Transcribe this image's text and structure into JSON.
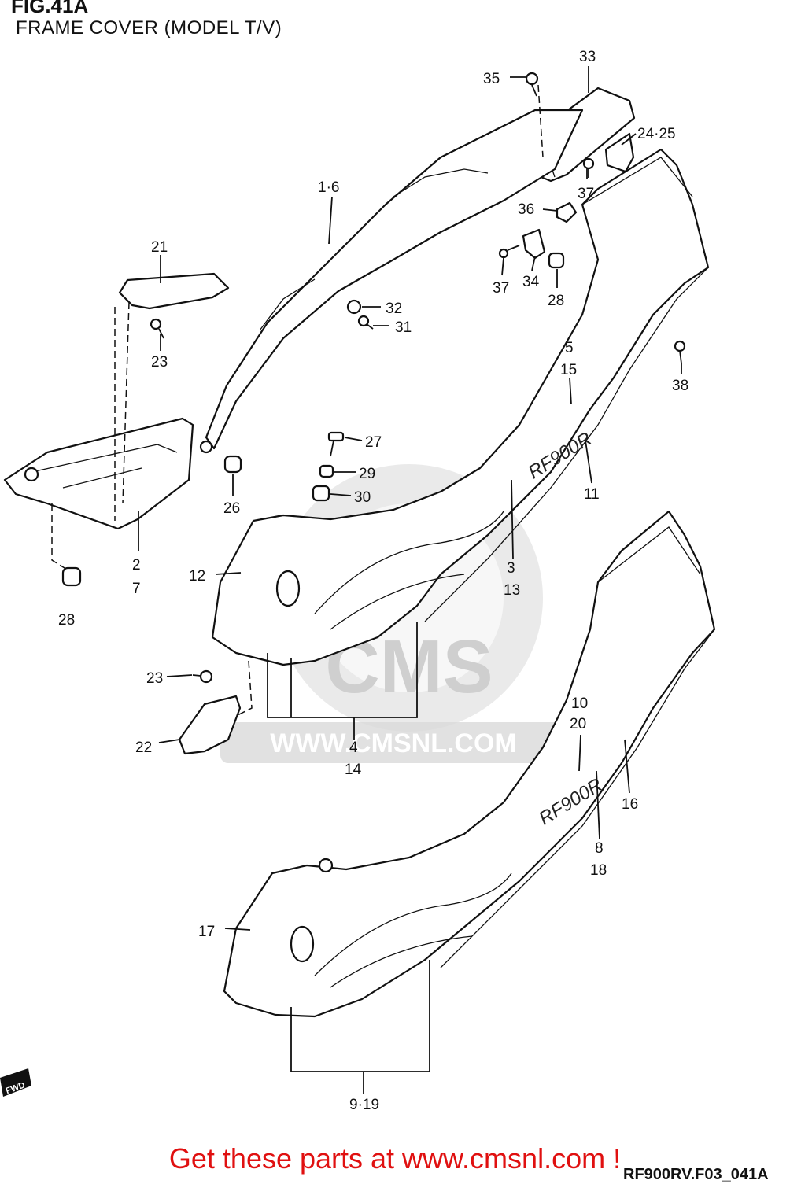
{
  "header": {
    "title": "FIG.41A",
    "subtitle": "FRAME COVER (MODEL T/V)"
  },
  "watermark": {
    "text": "CMS",
    "url": "WWW.CMSNL.COM"
  },
  "callouts": {
    "c33": "33",
    "c35": "35",
    "c24_25": "24·25",
    "c1_6": "1·6",
    "c37a": "37",
    "c36": "36",
    "c21": "21",
    "c37b": "37",
    "c34": "34",
    "c28a": "28",
    "c32": "32",
    "c31": "31",
    "c23a": "23",
    "c5": "5",
    "c15": "15",
    "c38": "38",
    "c27": "27",
    "c29": "29",
    "c30": "30",
    "c11": "11",
    "c26": "26",
    "c2": "2",
    "c7": "7",
    "c12": "12",
    "c3": "3",
    "c13": "13",
    "c28b": "28",
    "c23b": "23",
    "c22": "22",
    "c10": "10",
    "c20": "20",
    "c4": "4",
    "c14": "14",
    "c16": "16",
    "c8": "8",
    "c18": "18",
    "c17": "17",
    "c9_19": "9·19"
  },
  "fwd_badge": "FWD",
  "footer": {
    "link_text": "Get these parts at www.cmsnl.com !",
    "code": "RF900RV.F03_041A"
  },
  "colors": {
    "line": "#111111",
    "link": "#e01010",
    "watermark": "#d9d9d9"
  }
}
